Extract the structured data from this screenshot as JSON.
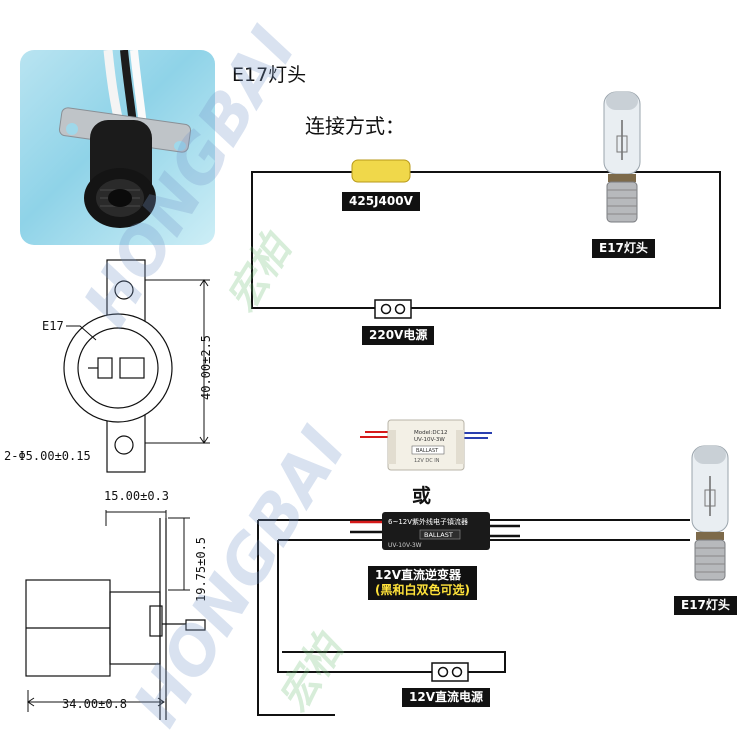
{
  "title": "E17灯头",
  "connection_heading": "连接方式：",
  "labels": {
    "capacitor": "425J400V",
    "lamp_top": "E17灯头",
    "source_220": "220V电源",
    "or": "或",
    "inverter": "12V直流逆变器",
    "inverter_note": "(黑和白双色可选)",
    "lamp_bottom": "E17灯头",
    "source_12": "12V直流电源"
  },
  "dimensions": {
    "e17": "E17",
    "hole_spacing": "40.00±2.5",
    "hole_dia": "2-Φ5.00±0.15",
    "width": "15.00±0.3",
    "height": "19.75±0.5",
    "length": "34.00±0.8"
  },
  "ballast_small": {
    "model": "Model:DC12",
    "spec": "UV-10V-3W",
    "brand": "BALLAST",
    "line": "12V DC IN"
  },
  "ballast_inline": {
    "text": "6~12V紫外线电子镇流器",
    "brand": "BALLAST",
    "spec": "UV-10V-3W"
  },
  "watermark": {
    "brand": "HONGBAI",
    "cn": "宏柏"
  },
  "colors": {
    "label_bg": "#111111",
    "label_text": "#ffffff",
    "note_text": "#ffe23a",
    "capacitor": "#f0d84a",
    "photo_bg": "#a6dcec"
  }
}
